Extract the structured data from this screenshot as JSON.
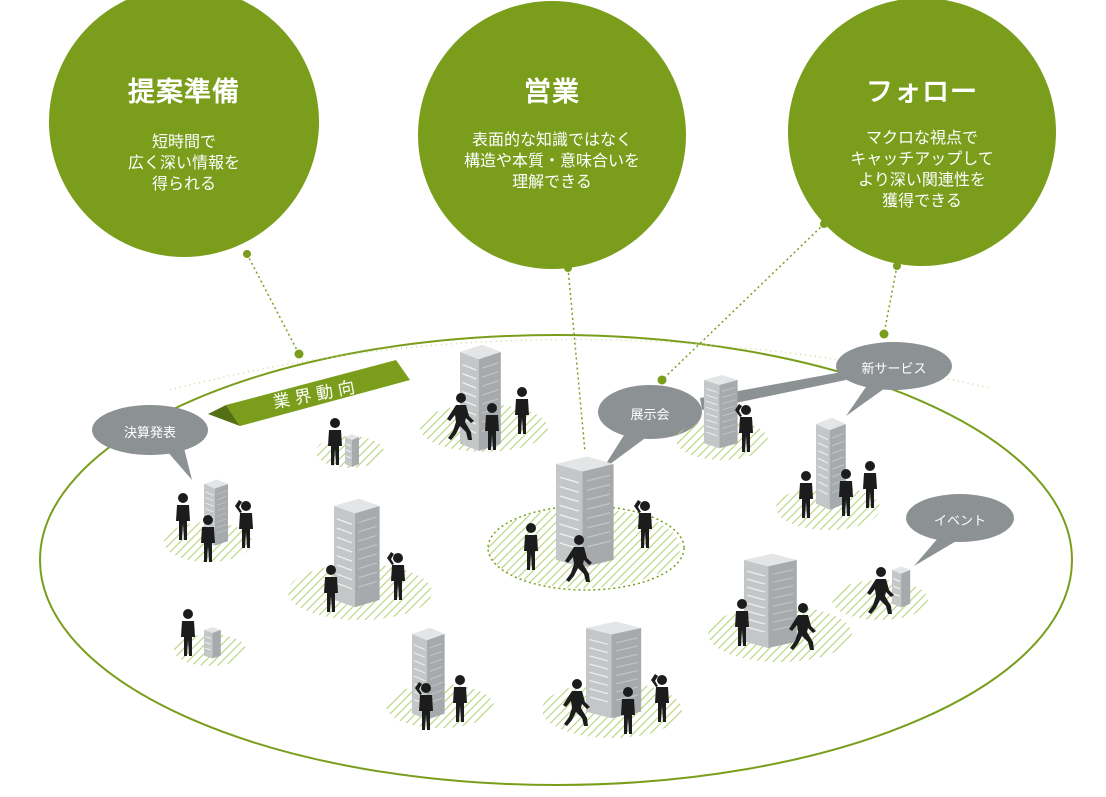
{
  "phases": [
    {
      "title": "提案準備",
      "lines": [
        "短時間で",
        "広く深い情報を",
        "得られる"
      ]
    },
    {
      "title": "営業",
      "lines": [
        "表面的な知識ではなく",
        "構造や本質・意味合いを",
        "理解できる"
      ]
    },
    {
      "title": "フォロー",
      "lines": [
        "マクロな視点で",
        "キャッチアップして",
        "より深い関連性を",
        "獲得できる"
      ]
    }
  ],
  "banner": "業界動向",
  "speech_bubbles": {
    "settlement": "決算発表",
    "exhibition": "展示会",
    "new_service": "新サービス",
    "event": "イベント"
  },
  "colors": {
    "green": "#7a9e1c",
    "gray": "#8c9193",
    "building": "#bfc2c3",
    "person": "#1c1c1c"
  }
}
